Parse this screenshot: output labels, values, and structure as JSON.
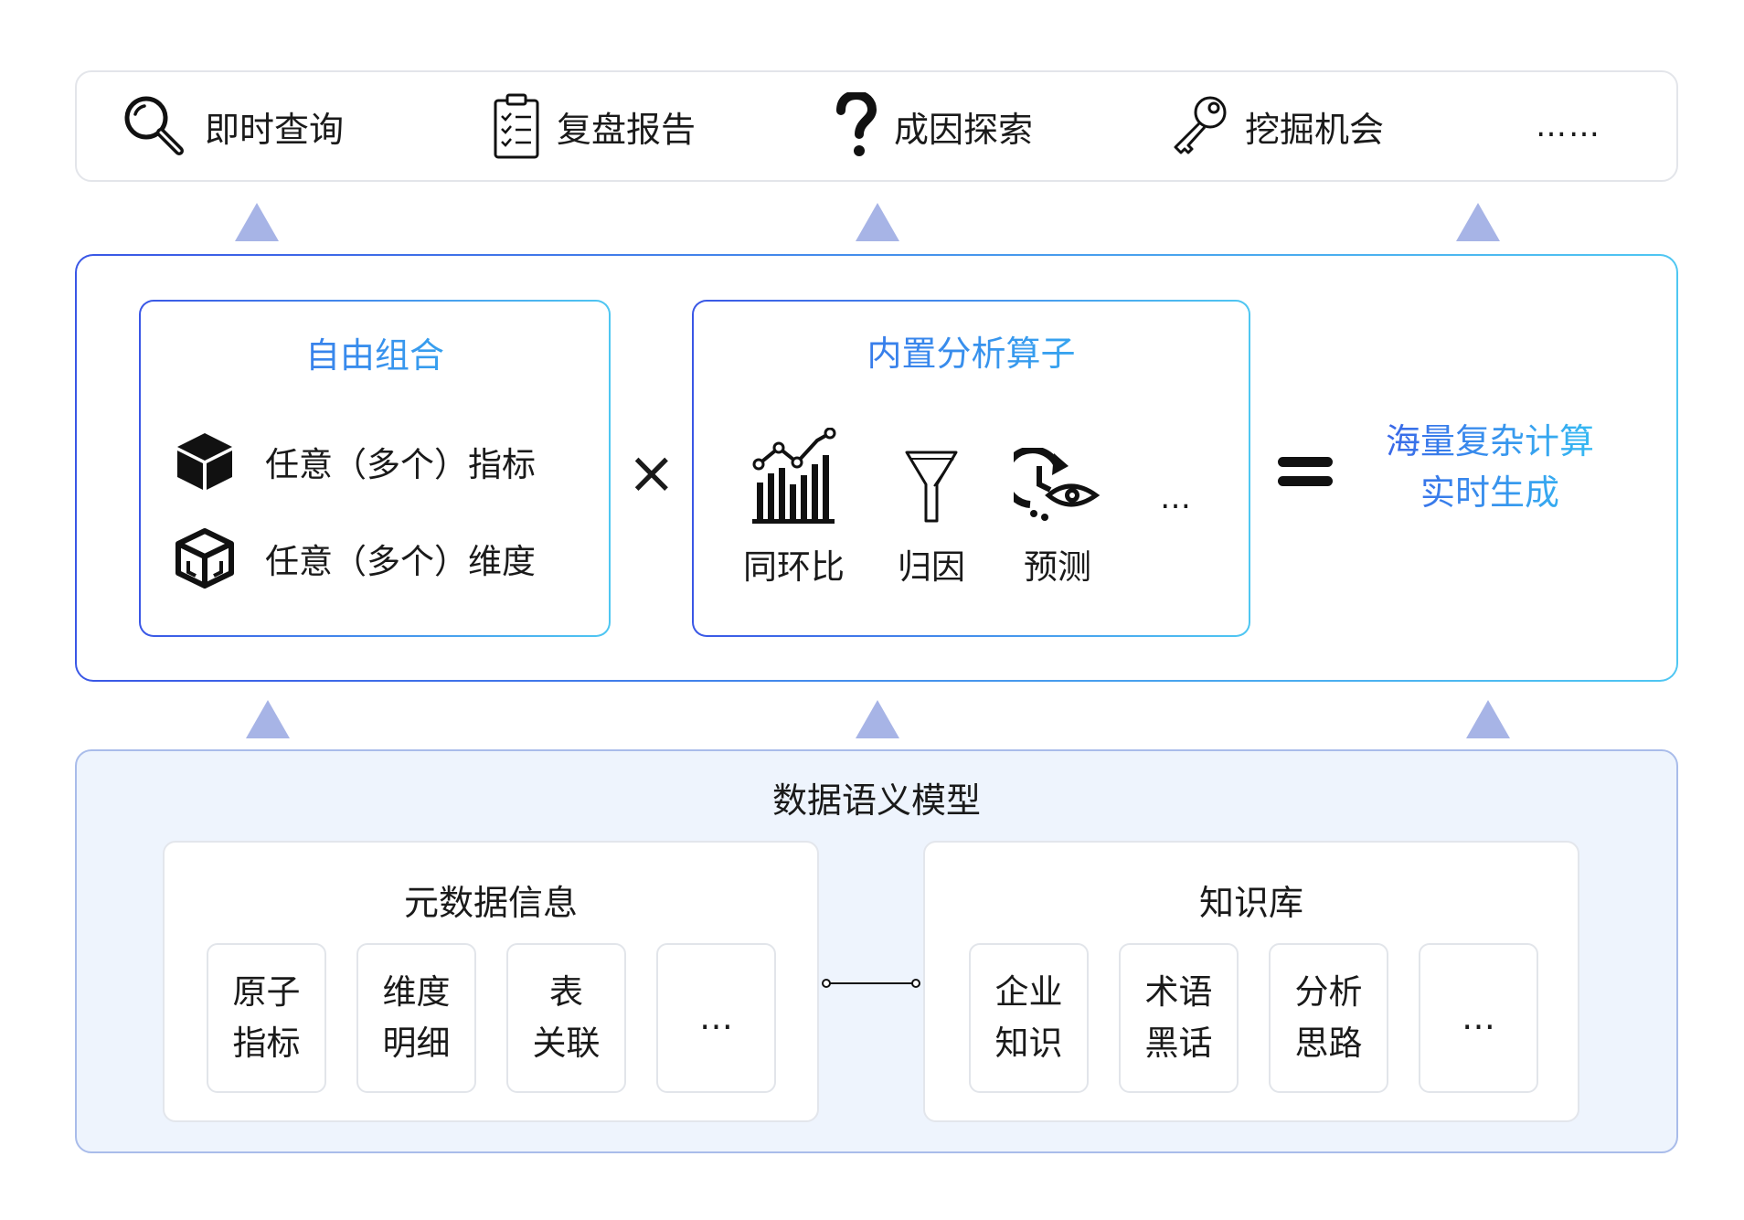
{
  "capabilities": [
    {
      "label": "即时查询",
      "icon": "magnifier-icon"
    },
    {
      "label": "复盘报告",
      "icon": "checklist-clipboard-icon"
    },
    {
      "label": "成因探索",
      "icon": "question-mark-icon"
    },
    {
      "label": "挖掘机会",
      "icon": "key-icon"
    },
    {
      "label": "……",
      "icon": ""
    }
  ],
  "free_combination": {
    "title": "自由组合",
    "items": [
      {
        "label": "任意（多个）指标",
        "icon": "solid-cube-icon"
      },
      {
        "label": "任意（多个）维度",
        "icon": "outline-cube-icon"
      }
    ]
  },
  "operator_symbol": "×",
  "operators": {
    "title": "内置分析算子",
    "items": [
      {
        "label": "同环比",
        "icon": "trend-bar-chart-icon"
      },
      {
        "label": "归因",
        "icon": "funnel-filter-icon"
      },
      {
        "label": "预测",
        "icon": "clock-eye-icon"
      }
    ],
    "more": "…"
  },
  "result": {
    "line1": "海量复杂计算",
    "line2": "实时生成"
  },
  "semantic_model": {
    "title": "数据语义模型",
    "metadata": {
      "title": "元数据信息",
      "tiles": [
        {
          "line1": "原子",
          "line2": "指标"
        },
        {
          "line1": "维度",
          "line2": "明细"
        },
        {
          "line1": "表",
          "line2": "关联"
        },
        {
          "line1": "…",
          "line2": ""
        }
      ]
    },
    "knowledge": {
      "title": "知识库",
      "tiles": [
        {
          "line1": "企业",
          "line2": "知识"
        },
        {
          "line1": "术语",
          "line2": "黑话"
        },
        {
          "line1": "分析",
          "line2": "思路"
        },
        {
          "line1": "…",
          "line2": ""
        }
      ]
    }
  },
  "colors": {
    "gradient_start": "#3a57e6",
    "gradient_end": "#4fc7f2",
    "arrow": "#a7b4e6",
    "bottom_fill": "#eef4fd",
    "bottom_border": "#a9bcea"
  }
}
